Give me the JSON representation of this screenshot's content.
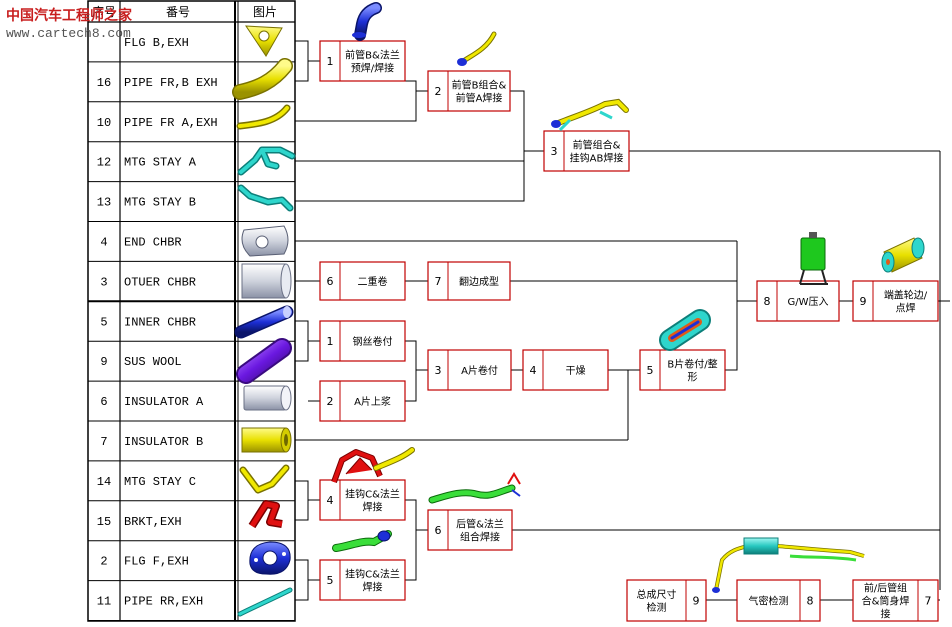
{
  "watermark": {
    "cn": "中国汽车工程师之家",
    "url": "www.cartech8.com"
  },
  "table": {
    "headers": {
      "seq": "序号",
      "name": "番号",
      "pic": "图片"
    },
    "rows": [
      {
        "no": "",
        "name": "FLG B,EXH",
        "icon": "flange-triangle-part"
      },
      {
        "no": "16",
        "name": "PIPE FR,B EXH",
        "icon": "bent-pipe-part"
      },
      {
        "no": "10",
        "name": "PIPE FR A,EXH",
        "icon": "short-pipe-part"
      },
      {
        "no": "12",
        "name": "MTG STAY A",
        "icon": "bracket-stay-part"
      },
      {
        "no": "13",
        "name": "MTG STAY B",
        "icon": "bracket-stay-part"
      },
      {
        "no": "4",
        "name": "END CHBR",
        "icon": "end-plate-part"
      },
      {
        "no": "3",
        "name": "OTUER CHBR",
        "icon": "cylinder-shell-part"
      },
      {
        "no": "5",
        "name": "INNER CHBR",
        "icon": "inner-tube-part"
      },
      {
        "no": "9",
        "name": "SUS WOOL",
        "icon": "wool-roll-part"
      },
      {
        "no": "6",
        "name": "INSULATOR  A",
        "icon": "insulator-cylinder-part"
      },
      {
        "no": "7",
        "name": "INSULATOR  B",
        "icon": "insulator-tube-part"
      },
      {
        "no": "14",
        "name": "MTG STAY C",
        "icon": "bracket-stay-part"
      },
      {
        "no": "15",
        "name": "BRKT,EXH",
        "icon": "bracket-part"
      },
      {
        "no": "2",
        "name": "FLG F,EXH",
        "icon": "flange-part"
      },
      {
        "no": "11",
        "name": "PIPE RR,EXH",
        "icon": "rear-pipe-part"
      }
    ]
  },
  "process": [
    {
      "id": "p-front-flange-weld",
      "no": "1",
      "label": [
        "前管B&法兰",
        "预焊/焊接"
      ]
    },
    {
      "id": "p-front-pipe-assy",
      "no": "2",
      "label": [
        "前管B组合&",
        "前管A焊接"
      ]
    },
    {
      "id": "p-front-stay-weld",
      "no": "3",
      "label": [
        "前管组合&",
        "挂钩AB焊接"
      ]
    },
    {
      "id": "p-double-roll",
      "no": "6",
      "label": [
        "二重卷"
      ]
    },
    {
      "id": "p-flanging",
      "no": "7",
      "label": [
        "翻边成型"
      ]
    },
    {
      "id": "p-wire-mesh",
      "no": "1",
      "label": [
        "钢丝卷付"
      ]
    },
    {
      "id": "p-sheet-a-coat",
      "no": "2",
      "label": [
        "A片上浆"
      ]
    },
    {
      "id": "p-sheet-a-roll",
      "no": "3",
      "label": [
        "A片卷付"
      ]
    },
    {
      "id": "p-dry",
      "no": "4",
      "label": [
        "干燥"
      ]
    },
    {
      "id": "p-sheet-b-roll",
      "no": "5",
      "label": [
        "B片卷付/整",
        "形"
      ]
    },
    {
      "id": "p-gw-press",
      "no": "8",
      "label": [
        "G/W压入"
      ]
    },
    {
      "id": "p-end-cap-weld",
      "no": "9",
      "label": [
        "端盖轮边/",
        "点焊"
      ]
    },
    {
      "id": "p-stay-c-flange-1",
      "no": "4",
      "label": [
        "挂钩C&法兰",
        "焊接"
      ]
    },
    {
      "id": "p-stay-c-flange-2",
      "no": "5",
      "label": [
        "挂钩C&法兰",
        "焊接"
      ]
    },
    {
      "id": "p-rear-pipe-assy",
      "no": "6",
      "label": [
        "后管&法兰",
        "组合焊接"
      ]
    },
    {
      "id": "p-final-weld",
      "no": "7",
      "label": [
        "前/后管组",
        "合&筒身焊",
        "接"
      ]
    },
    {
      "id": "p-leak-test",
      "no": "8",
      "label": [
        "气密检测"
      ]
    },
    {
      "id": "p-dimension-check",
      "no": "9",
      "label": [
        "总成尺寸",
        "检测"
      ]
    }
  ],
  "colors": {
    "process_border_red": "#c00000",
    "line": "#000000",
    "watermark_red": "#c81e1e"
  }
}
